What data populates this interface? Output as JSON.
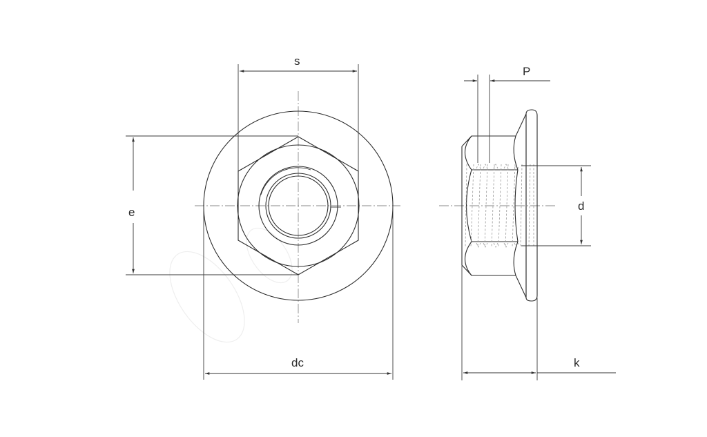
{
  "figure": {
    "subject": "Hex flange nut technical drawing",
    "views": [
      "front-view",
      "side-view"
    ]
  },
  "dimensions": {
    "s": {
      "label": "s",
      "meaning": "width across flats"
    },
    "e": {
      "label": "e",
      "meaning": "width across corners"
    },
    "dc": {
      "label": "dc",
      "meaning": "flange diameter"
    },
    "p": {
      "label": "P",
      "meaning": "thread pitch"
    },
    "d": {
      "label": "d",
      "meaning": "thread diameter"
    },
    "k": {
      "label": "k",
      "meaning": "nut height"
    }
  },
  "colors": {
    "line": "#2b2b2b",
    "centerline": "#8a8a8a",
    "hidden": "#9a9a9a",
    "background": "#ffffff"
  }
}
